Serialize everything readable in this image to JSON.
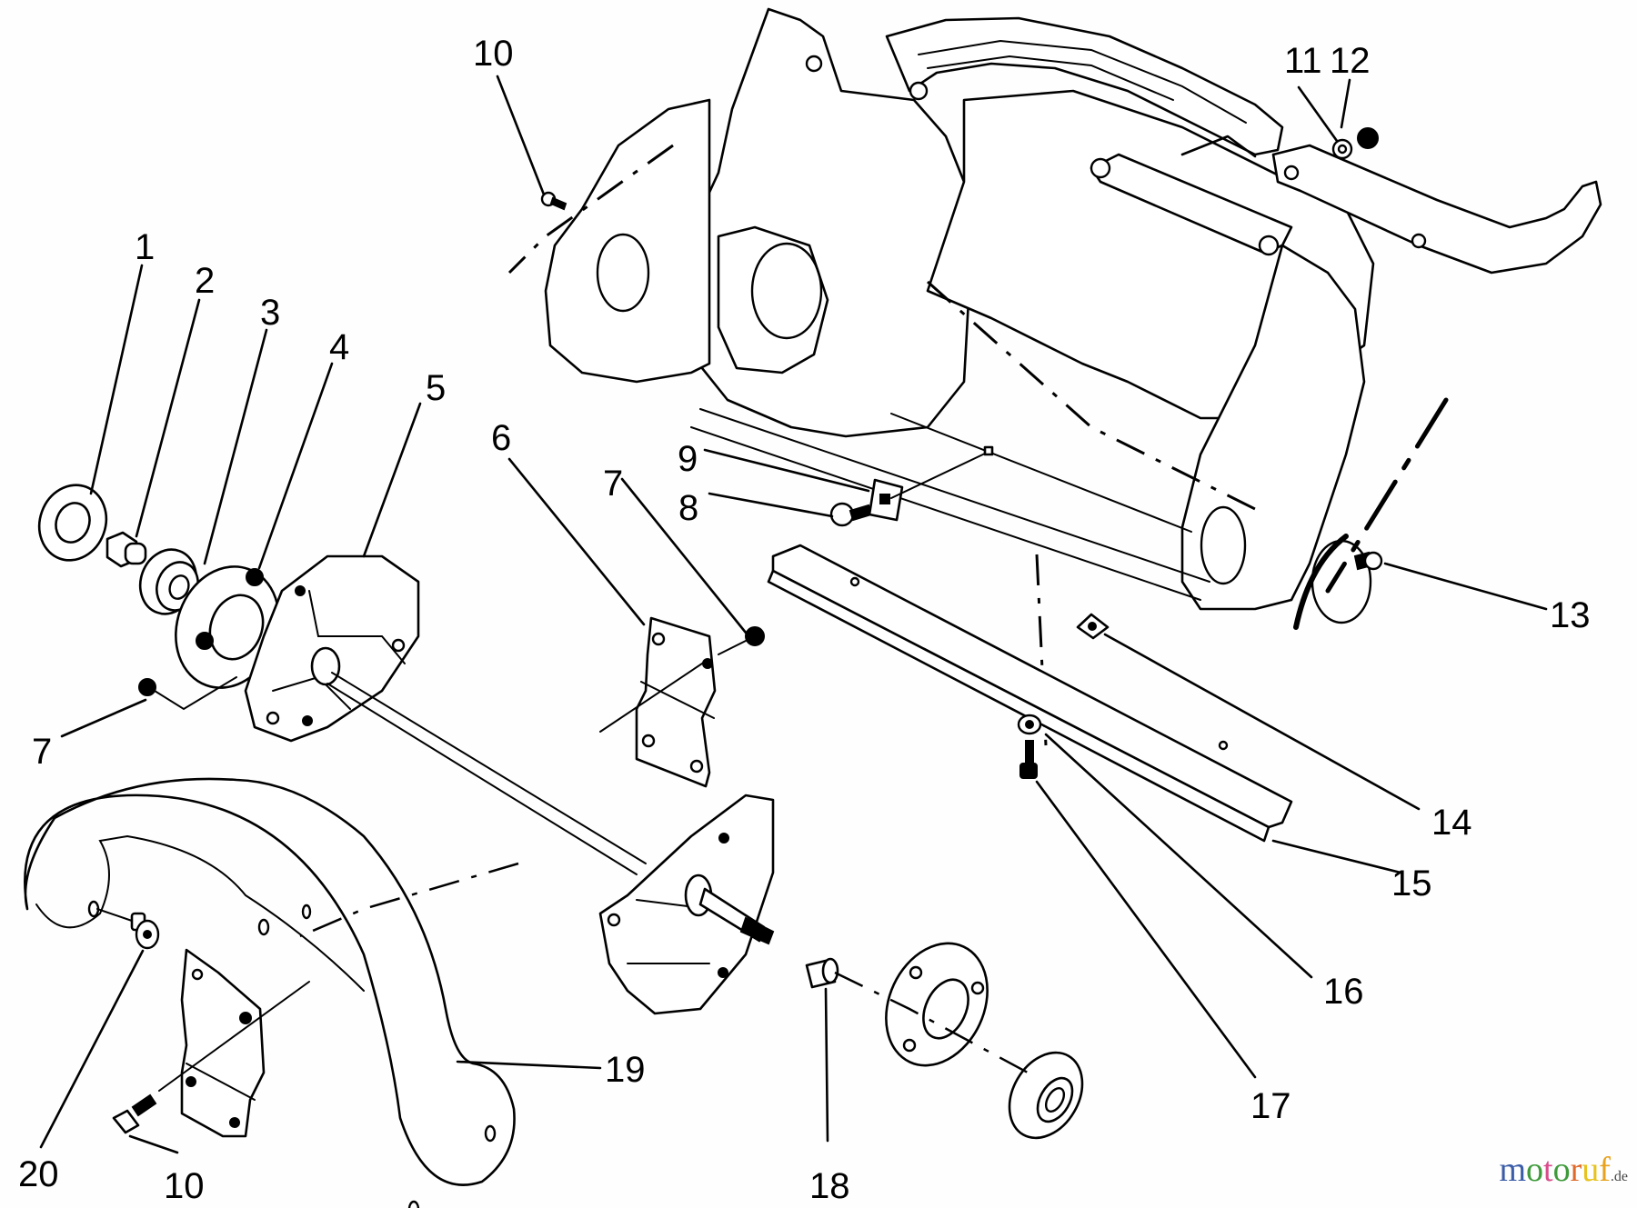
{
  "diagram": {
    "title": "Exploded parts view: auger housing assembly",
    "callouts": [
      {
        "id": "c1",
        "label": "1"
      },
      {
        "id": "c2",
        "label": "2"
      },
      {
        "id": "c3",
        "label": "3"
      },
      {
        "id": "c4",
        "label": "4"
      },
      {
        "id": "c5",
        "label": "5"
      },
      {
        "id": "c6",
        "label": "6"
      },
      {
        "id": "c7a",
        "label": "7"
      },
      {
        "id": "c7b",
        "label": "7"
      },
      {
        "id": "c8",
        "label": "8"
      },
      {
        "id": "c9",
        "label": "9"
      },
      {
        "id": "c10a",
        "label": "10"
      },
      {
        "id": "c10b",
        "label": "10"
      },
      {
        "id": "c11",
        "label": "11"
      },
      {
        "id": "c12",
        "label": "12"
      },
      {
        "id": "c13",
        "label": "13"
      },
      {
        "id": "c14",
        "label": "14"
      },
      {
        "id": "c15",
        "label": "15"
      },
      {
        "id": "c16",
        "label": "16"
      },
      {
        "id": "c17",
        "label": "17"
      },
      {
        "id": "c18",
        "label": "18"
      },
      {
        "id": "c19",
        "label": "19"
      },
      {
        "id": "c20",
        "label": "20"
      }
    ]
  },
  "watermark": {
    "letters": [
      "m",
      "o",
      "t",
      "o",
      "r",
      "u",
      "f"
    ],
    "colors": [
      "#3b5ca8",
      "#3f9a3b",
      "#d94c8c",
      "#3f9a3b",
      "#e0692a",
      "#e8c21e",
      "#e8a21e"
    ],
    "tld": ".de"
  }
}
